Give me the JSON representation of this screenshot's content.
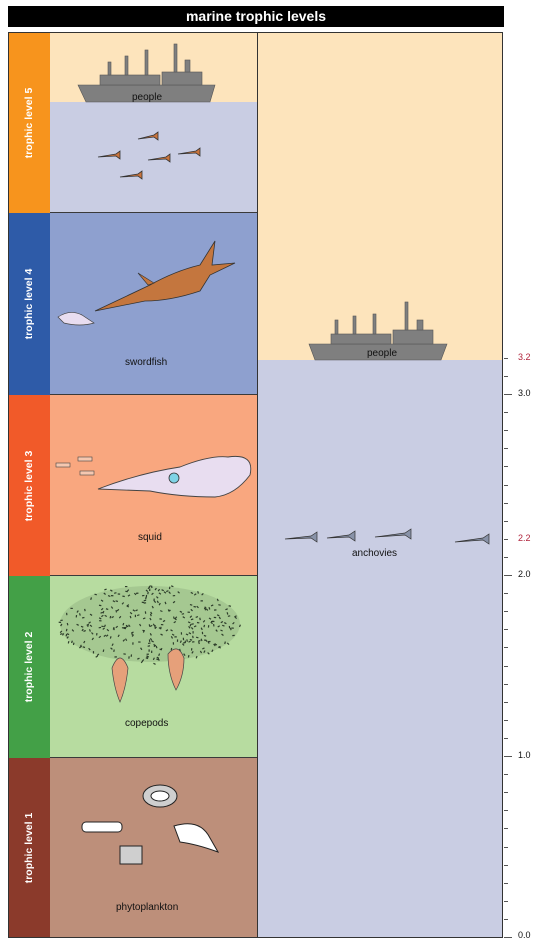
{
  "title": "marine trophic levels",
  "levels": [
    {
      "label": "trophic level 5",
      "color": "#f7941d"
    },
    {
      "label": "trophic level 4",
      "color": "#2e5ba8"
    },
    {
      "label": "trophic level 3",
      "color": "#f15a29"
    },
    {
      "label": "trophic level 2",
      "color": "#43a047"
    },
    {
      "label": "trophic level 1",
      "color": "#8b3a2b"
    }
  ],
  "left_panels": {
    "people": "people",
    "swordfish": "swordfish",
    "squid": "squid",
    "copepods": "copepods",
    "phytoplankton": "phytoplankton"
  },
  "right_column": {
    "people": "people",
    "anchovies": "anchovies"
  },
  "scale": {
    "ticks": [
      {
        "value": 3.2,
        "label": "3.2",
        "color": "#b0243c"
      },
      {
        "value": 3.0,
        "label": "3.0",
        "color": "#111111"
      },
      {
        "value": 2.2,
        "label": "2.2",
        "color": "#b0243c"
      },
      {
        "value": 2.0,
        "label": "2.0",
        "color": "#111111"
      },
      {
        "value": 1.0,
        "label": "1.0",
        "color": "#111111"
      },
      {
        "value": 0.0,
        "label": "0.0",
        "color": "#111111"
      }
    ],
    "range": [
      0,
      5
    ]
  },
  "colors": {
    "sky": "#fde4bc",
    "water": "#c9cde3",
    "level4_bg": "#8ea0cf",
    "level3_bg": "#f9a77f",
    "level2_bg": "#b7dca0",
    "level1_bg": "#bd8f7a",
    "ship": "#7f7f7f"
  }
}
